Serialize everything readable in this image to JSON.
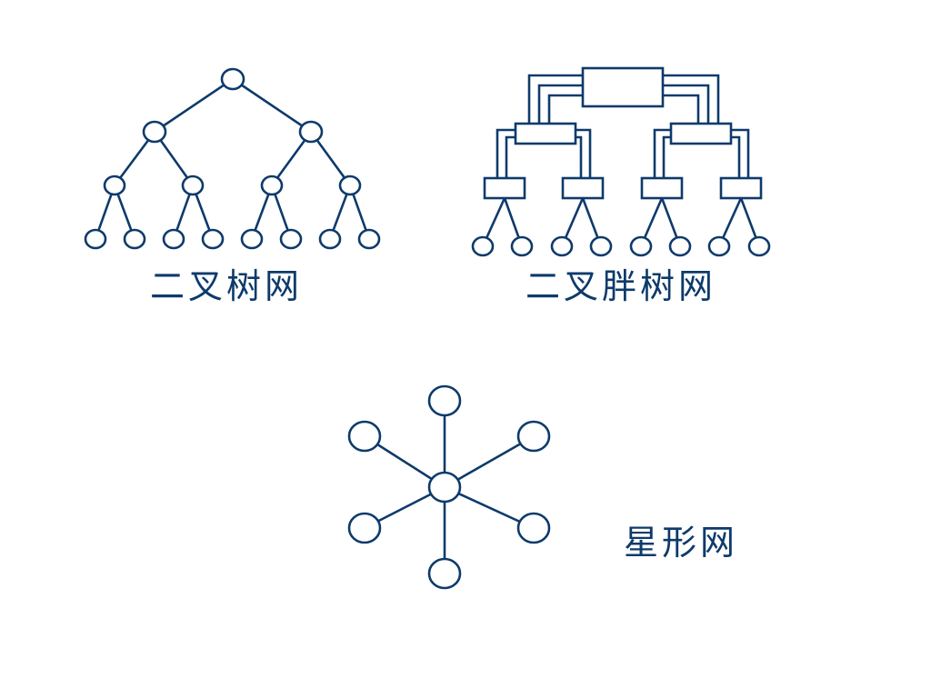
{
  "colors": {
    "stroke": "#0e3a6b",
    "background": "#ffffff"
  },
  "diagrams": {
    "binary_tree": {
      "label": "二叉树网",
      "levels": 4
    },
    "fat_tree": {
      "label": "二叉胖树网",
      "levels": 4
    },
    "star": {
      "label": "星形网",
      "leaves": 6
    }
  }
}
